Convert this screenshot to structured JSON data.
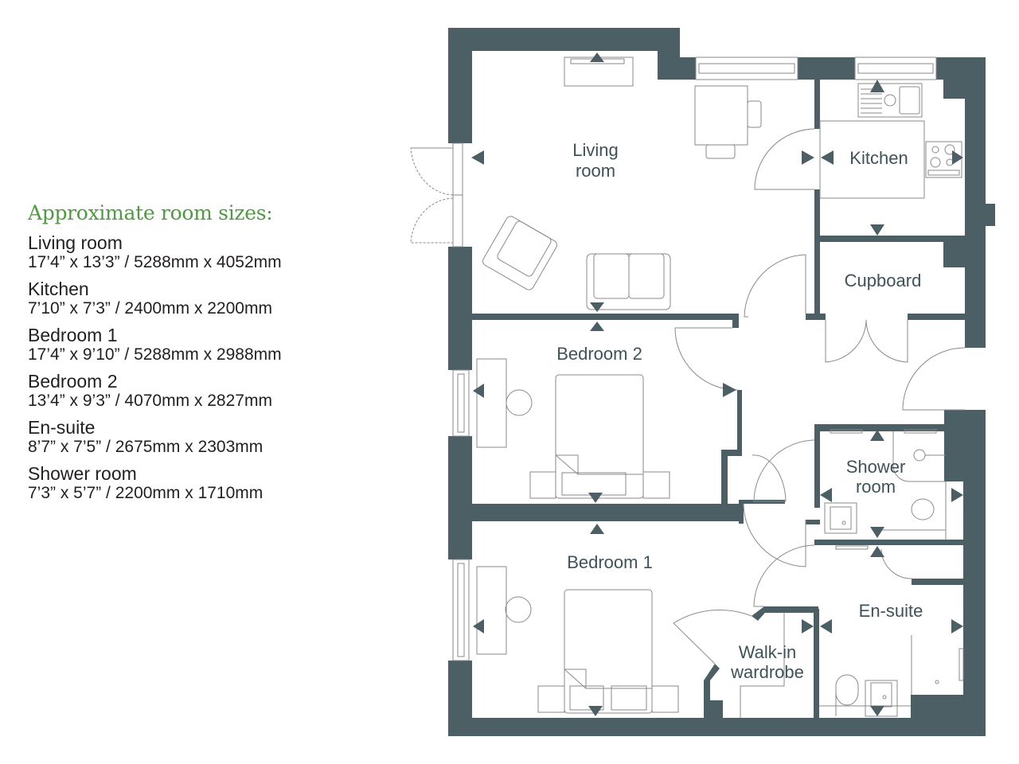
{
  "legend": {
    "title": "Approximate room sizes:",
    "rooms": [
      {
        "name": "Living room",
        "dims": "17’4” x 13’3” / 5288mm x 4052mm"
      },
      {
        "name": "Kitchen",
        "dims": "7’10” x 7’3” / 2400mm x 2200mm"
      },
      {
        "name": "Bedroom 1",
        "dims": "17’4” x 9’10” / 5288mm x 2988mm"
      },
      {
        "name": "Bedroom 2",
        "dims": "13’4” x 9’3” / 4070mm x 2827mm"
      },
      {
        "name": "En-suite",
        "dims": "8’7” x 7’5” / 2675mm x 2303mm"
      },
      {
        "name": "Shower room",
        "dims": "7’3” x 5’7” / 2200mm x 1710mm"
      }
    ]
  },
  "plan": {
    "labels": {
      "living_1": "Living",
      "living_2": "room",
      "kitchen": "Kitchen",
      "cupboard": "Cupboard",
      "bedroom2": "Bedroom 2",
      "shower_1": "Shower",
      "shower_2": "room",
      "bedroom1": "Bedroom 1",
      "ensuite": "En-suite",
      "wardrobe_1": "Walk-in",
      "wardrobe_2": "wardrobe"
    },
    "colors": {
      "wall": "#4b5f65",
      "line": "#8a8a8a",
      "label": "#3e5259",
      "legend_title": "#4e9a3e"
    }
  }
}
